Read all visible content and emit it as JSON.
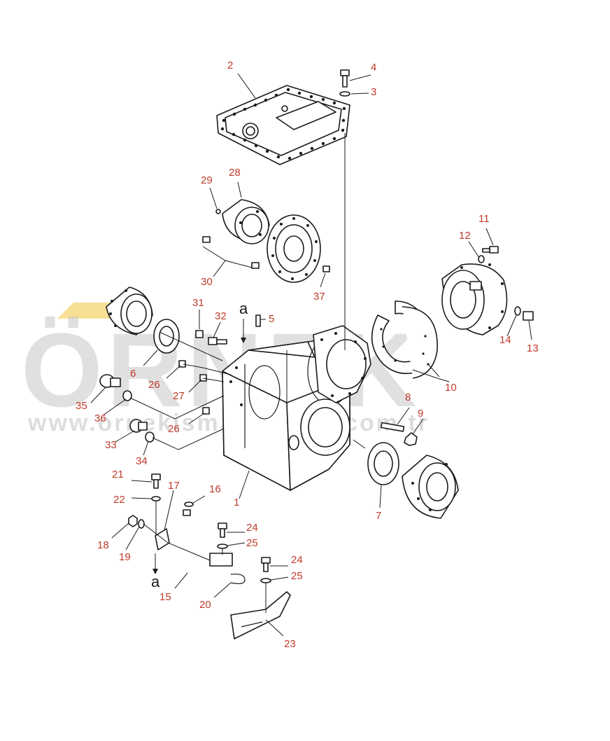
{
  "watermark": {
    "brand": "ÖRNEK",
    "url": "www.ornekismakinalari.com.tr",
    "color": "#c8c8c8",
    "accent": "#f2c94c"
  },
  "ref_letters": [
    "a",
    "a"
  ],
  "callouts": [
    "1",
    "2",
    "3",
    "4",
    "5",
    "6",
    "7",
    "8",
    "9",
    "10",
    "11",
    "12",
    "13",
    "14",
    "15",
    "16",
    "17",
    "18",
    "19",
    "20",
    "21",
    "22",
    "23",
    "24",
    "24",
    "25",
    "25",
    "26",
    "26",
    "27",
    "28",
    "29",
    "30",
    "31",
    "32",
    "33",
    "34",
    "35",
    "36",
    "37"
  ],
  "colors": {
    "callout": "#c0392b",
    "line": "#1a1a1a"
  }
}
